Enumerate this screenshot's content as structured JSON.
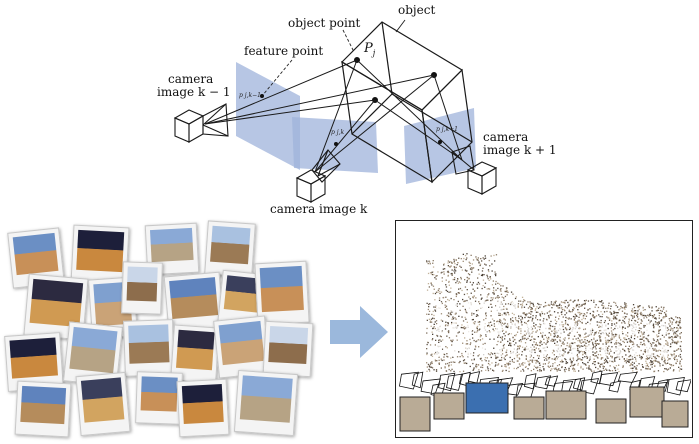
{
  "labels": {
    "object": "object",
    "object_point": "object point",
    "point_symbol": "P",
    "point_subscript": "j",
    "feature_point": "feature point",
    "camera_left_line1": "camera",
    "camera_left_line2": "image k − 1",
    "camera_center": "camera image k",
    "camera_right_line1": "camera",
    "camera_right_line2": "image k + 1",
    "proj_left": "p j,k−1",
    "proj_center": "p j,k",
    "proj_right": "p j,k+1"
  },
  "colors": {
    "image_plane": "#9fb3db",
    "arrow": "#9bb8dc",
    "line": "#1a1a1a",
    "frame": "#222222"
  },
  "icons": {
    "flow_arrow": "right-arrow-icon"
  }
}
